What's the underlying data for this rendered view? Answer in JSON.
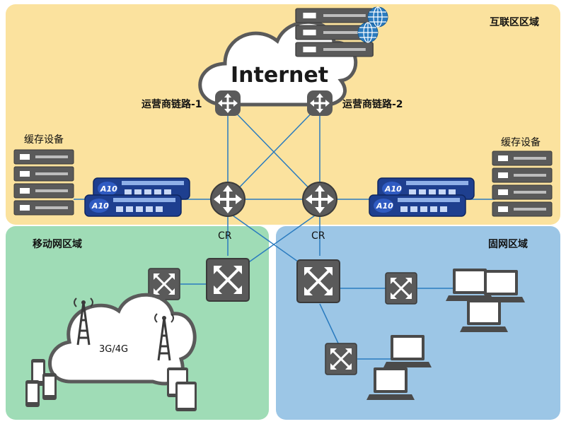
{
  "zones": {
    "internet_zone": "互联区区域",
    "mobile_zone": "移动网区域",
    "fixed_zone": "固网区域"
  },
  "internet": {
    "label": "Internet"
  },
  "links": {
    "isp1": "运营商链路-1",
    "isp2": "运营商链路-2"
  },
  "cache": {
    "left": "缓存设备",
    "right": "缓存设备"
  },
  "routers": {
    "cr_left": "CR",
    "cr_right": "CR"
  },
  "mobile_cloud": {
    "label": "3G/4G"
  },
  "appliance": {
    "brand": "A10"
  },
  "colors": {
    "internet_zone_bg": "#fbe29e",
    "mobile_zone_bg": "#9fdcb6",
    "fixed_zone_bg": "#9cc6e6",
    "link_line": "#2a7bbf",
    "device_dark": "#4a4a4a",
    "appliance_blue": "#1e3f8f"
  }
}
